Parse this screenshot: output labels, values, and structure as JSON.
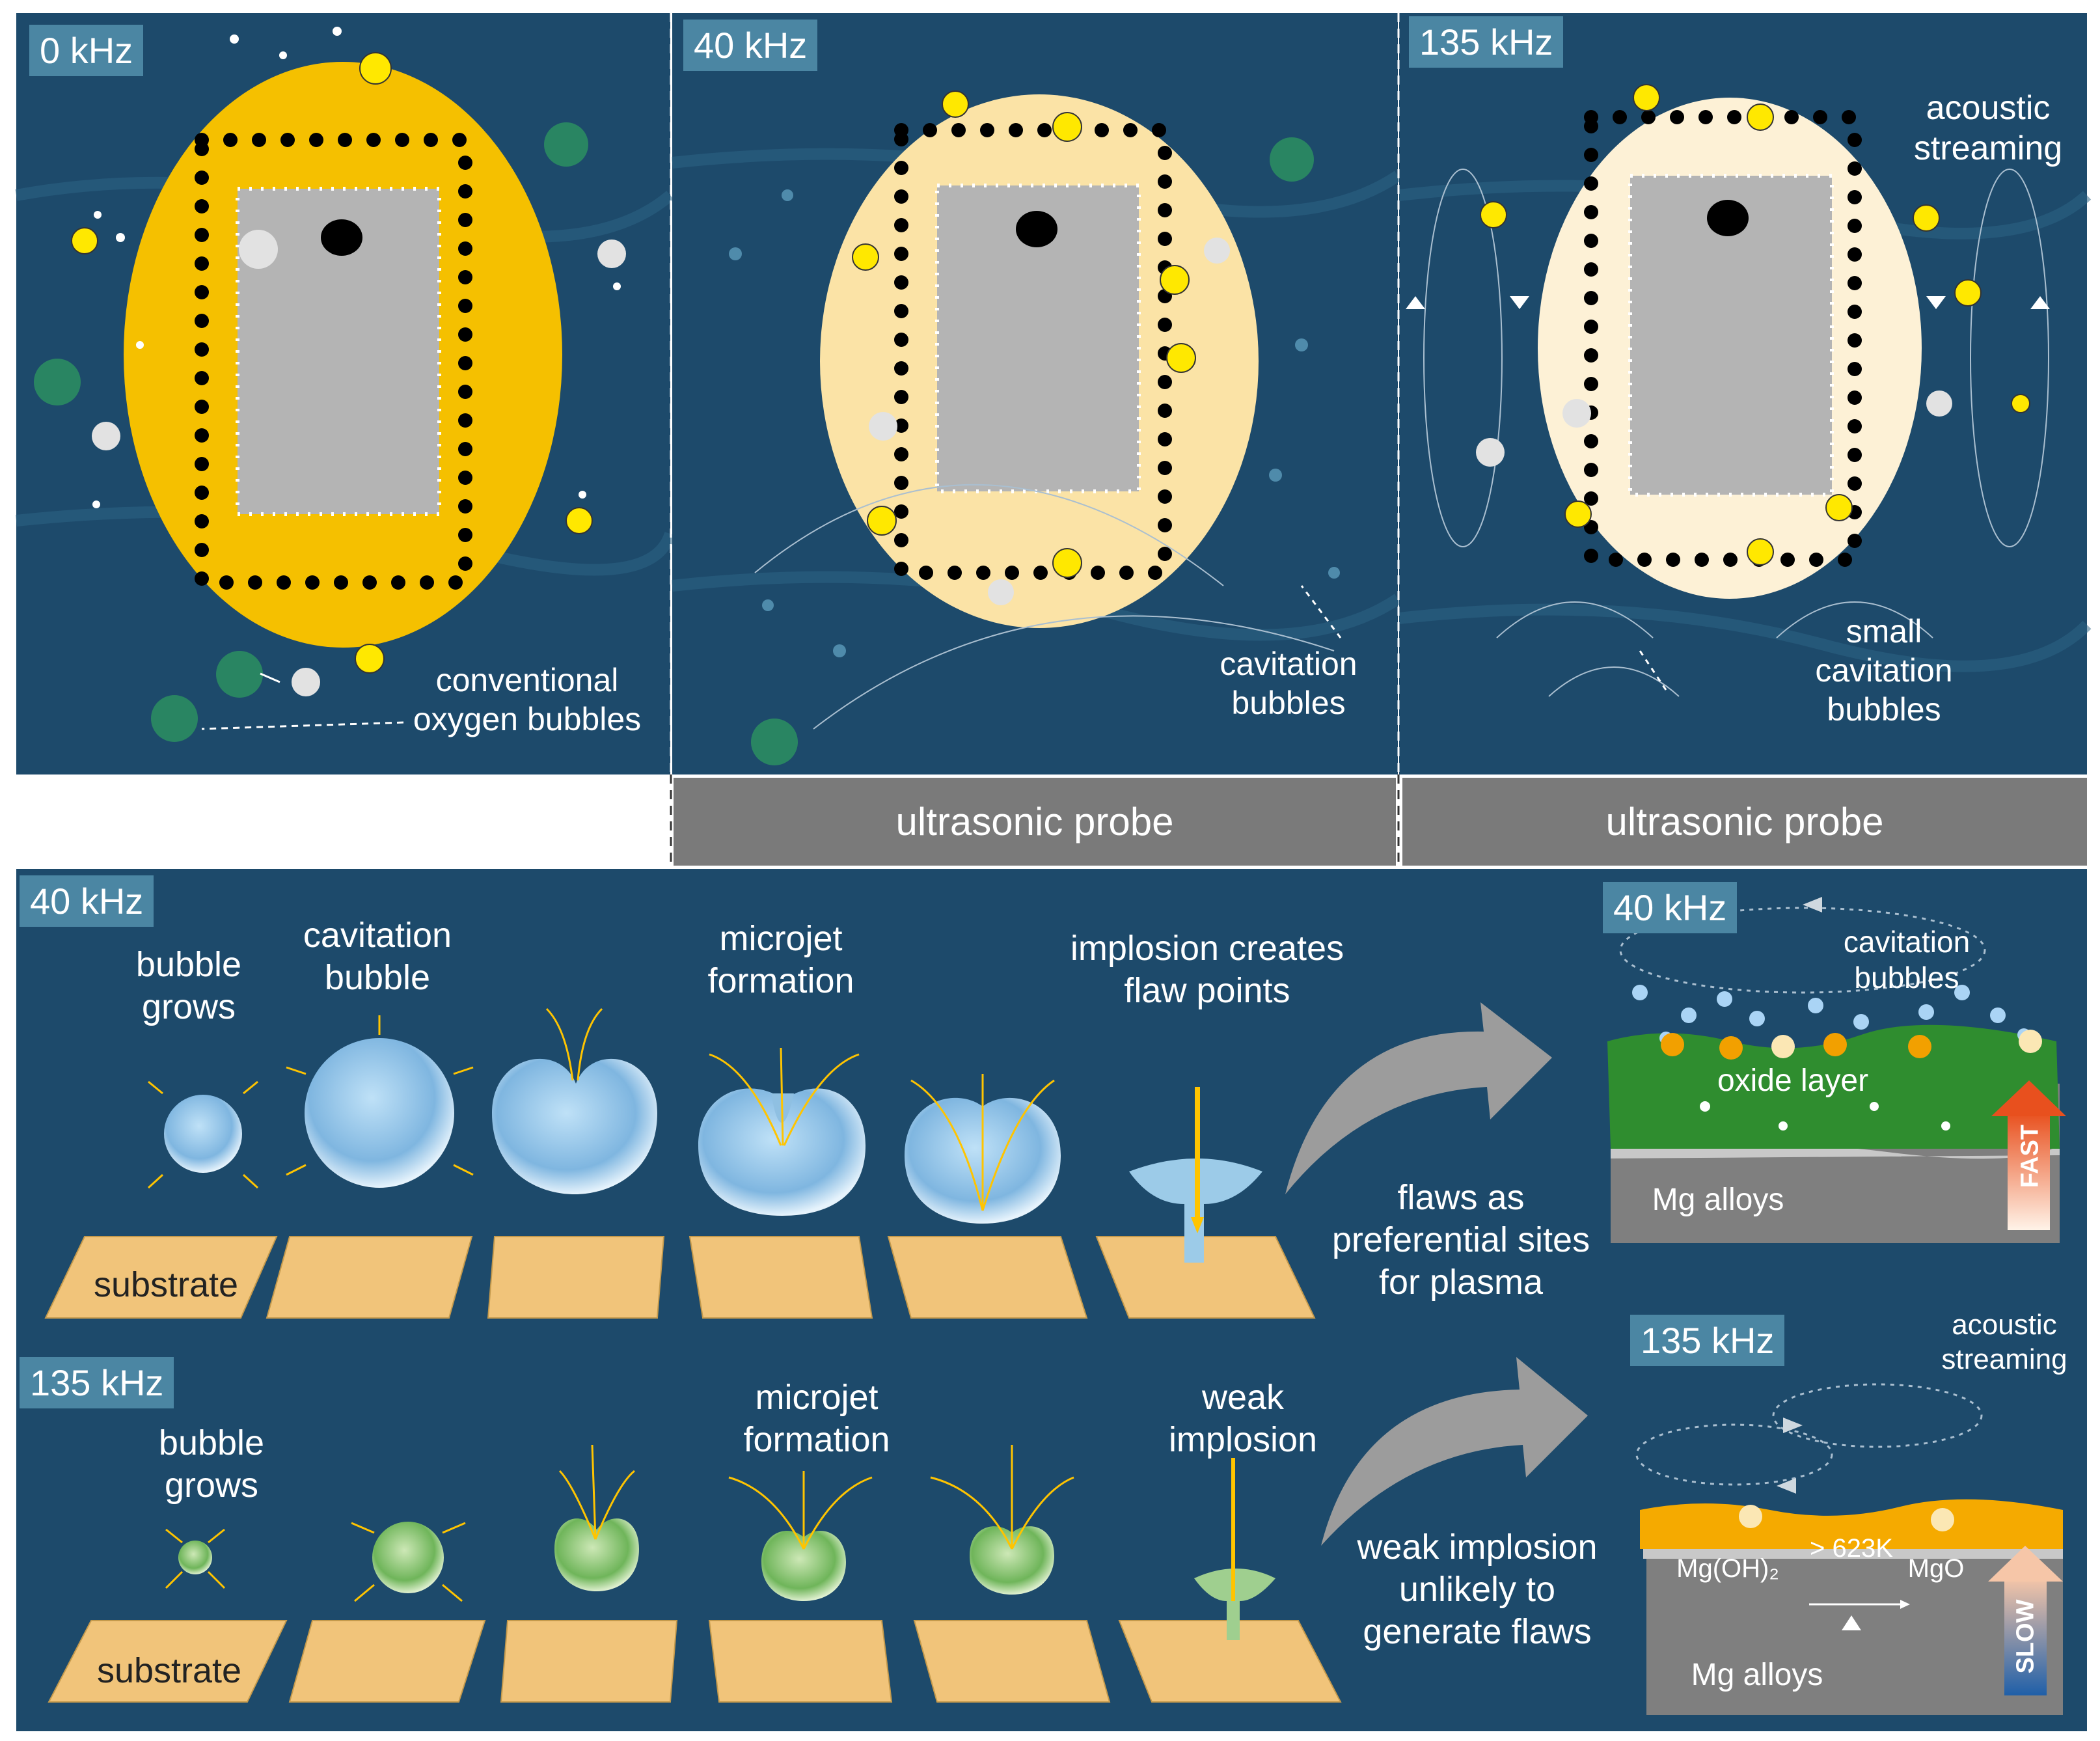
{
  "top": {
    "panel1": {
      "freq": "0 kHz",
      "note": "conventional\noxygen bubbles"
    },
    "panel2": {
      "freq": "40 kHz",
      "note": "cavitation\nbubbles",
      "probe": "ultrasonic probe"
    },
    "panel3": {
      "freq": "135 kHz",
      "note_streaming": "acoustic\nstreaming",
      "note_small": "small\ncavitation\nbubbles",
      "probe": "ultrasonic probe"
    }
  },
  "bottom": {
    "row1": {
      "freq": "40 kHz",
      "labels": [
        "bubble\ngrows",
        "cavitation\nbubble",
        "microjet\nformation",
        "implosion creates\nflaw points"
      ],
      "substrate": "substrate",
      "arrow_note": "flaws as\npreferential sites\nfor plasma"
    },
    "row2": {
      "freq": "135 kHz",
      "labels": [
        "bubble\ngrows",
        "microjet\nformation",
        "weak\nimplosion"
      ],
      "substrate": "substrate",
      "arrow_note": "weak implosion\nunlikely to\ngenerate flaws"
    },
    "inset1": {
      "freq": "40 kHz",
      "bubbles": "cavitation\nbubbles",
      "layer": "oxide layer",
      "base": "Mg alloys",
      "rate": "FAST"
    },
    "inset2": {
      "freq": "135 kHz",
      "streaming": "acoustic\nstreaming",
      "left": "Mg(OH)₂",
      "cond": "> 623K",
      "right": "MgO",
      "base": "Mg alloys",
      "rate": "SLOW"
    }
  },
  "colors": {
    "water": "#1d4a6b",
    "coating": "#f5c000",
    "coating_light": "#fbe3a6",
    "sample": "#b4b4b4",
    "substrate": "#f1c47a"
  }
}
